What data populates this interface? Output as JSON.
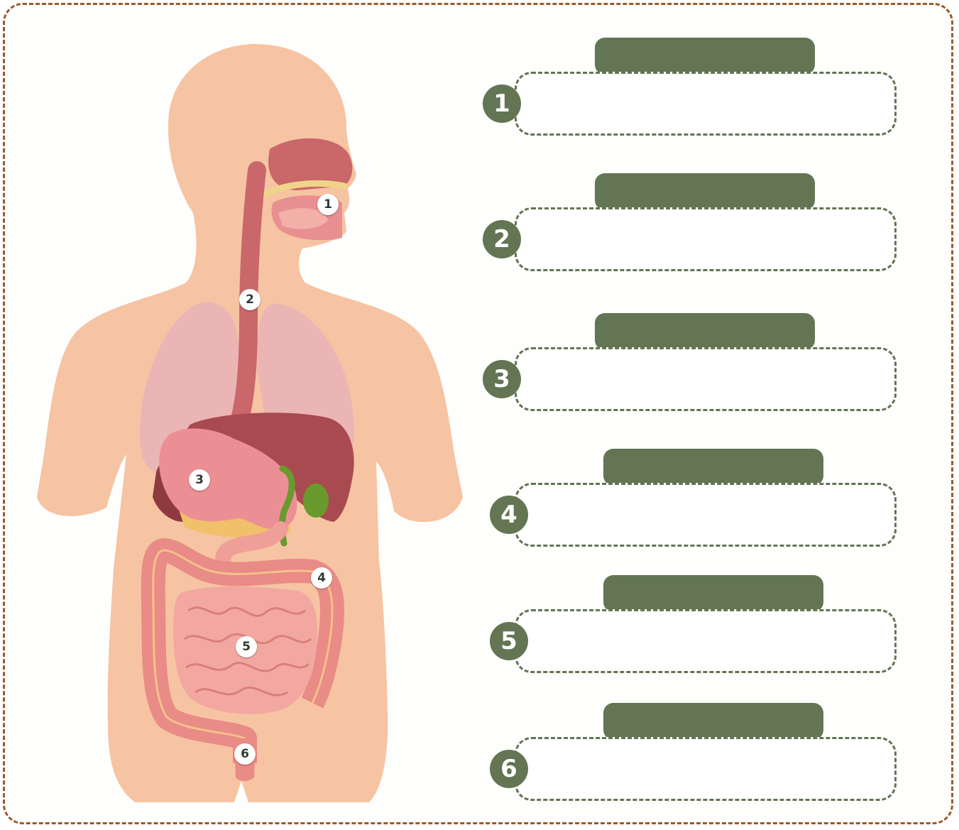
{
  "diagram": {
    "markers": [
      "1",
      "2",
      "3",
      "4",
      "5",
      "6"
    ],
    "answers": [
      {
        "number": "1",
        "tab_text": "",
        "box_text": ""
      },
      {
        "number": "2",
        "tab_text": "",
        "box_text": ""
      },
      {
        "number": "3",
        "tab_text": "",
        "box_text": ""
      },
      {
        "number": "4",
        "tab_text": "",
        "box_text": ""
      },
      {
        "number": "5",
        "tab_text": "",
        "box_text": ""
      },
      {
        "number": "6",
        "tab_text": "",
        "box_text": ""
      }
    ]
  },
  "colors": {
    "frame_border": "#9a5a2c",
    "skin": "#f6c4a2",
    "accent_green": "#637553",
    "lungs": "#e9b3b8",
    "liver": "#a94a50",
    "stomach": "#ec8f95",
    "intestine": "#ef9f98",
    "gallbladder": "#6a9a2e",
    "pancreas": "#f0c06a"
  }
}
